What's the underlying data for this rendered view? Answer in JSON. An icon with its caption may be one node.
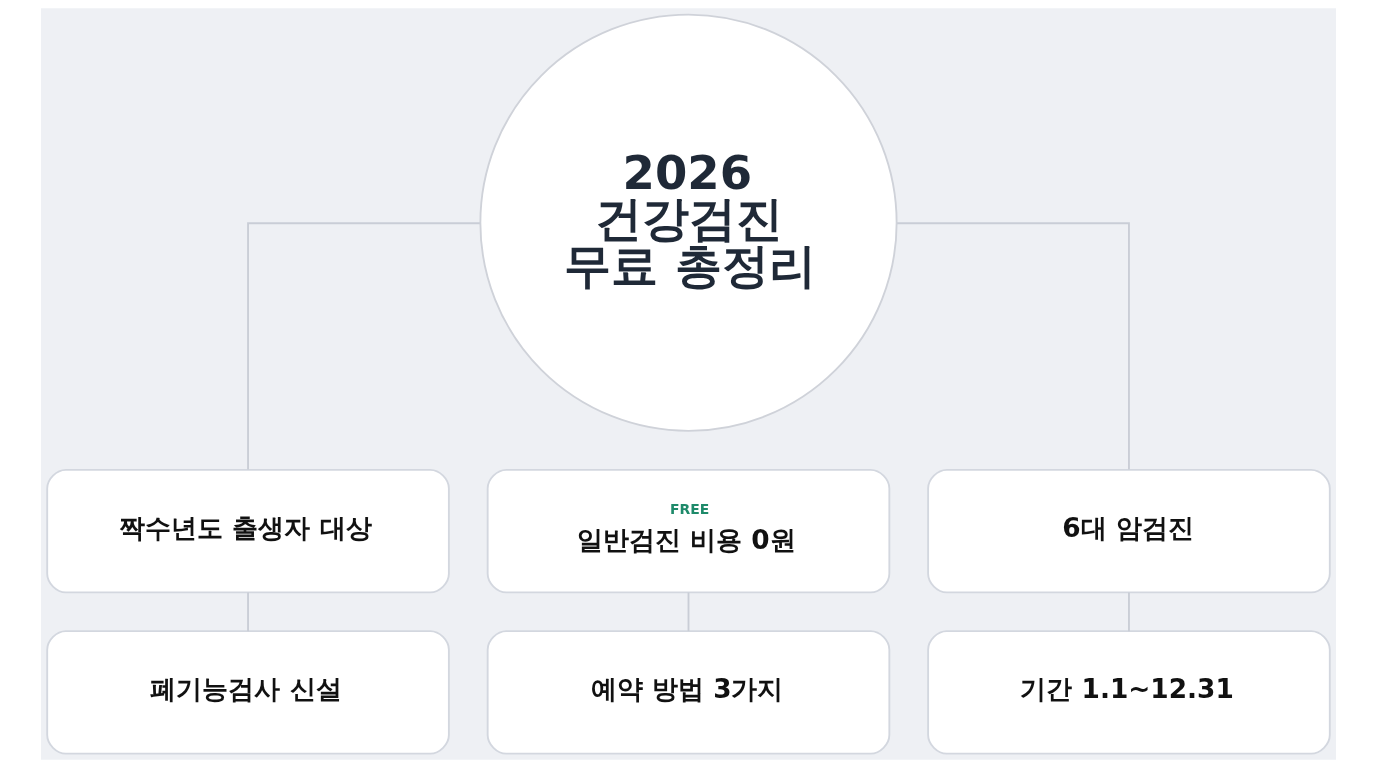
{
  "diagram": {
    "nodes": [
      {
        "text": [
          "2026 건강검진 무료 총정리"
        ]
      },
      {
        "text": [
          "짝수년도 출생자 대상"
        ]
      },
      {
        "text": [
          "FREE",
          "일반검진 비용 0원"
        ]
      },
      {
        "text": [
          "6대 암검진"
        ]
      },
      {
        "text": [
          "폐기능검사 신설"
        ]
      },
      {
        "text": [
          "예약 방법 3가지"
        ]
      },
      {
        "text": [
          "기간 1.1~12.31"
        ]
      }
    ],
    "edges": [
      {
        "from": 0,
        "to": 1,
        "arrow": "none"
      },
      {
        "from": 0,
        "to": 3,
        "arrow": "none"
      },
      {
        "from": 1,
        "to": 4,
        "arrow": "none"
      },
      {
        "from": 2,
        "to": 5,
        "arrow": "none"
      },
      {
        "from": 3,
        "to": 6,
        "arrow": "none"
      }
    ]
  }
}
